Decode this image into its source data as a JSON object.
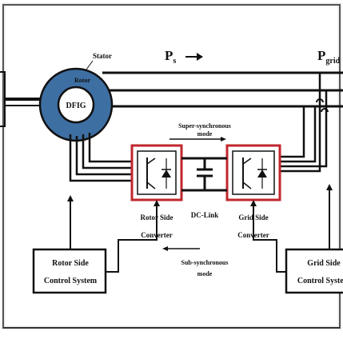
{
  "labels": {
    "stator": "Stator",
    "rotor": "Rotor",
    "generator": "DFIG",
    "power_stator_main": "P",
    "power_stator_sub": "s",
    "power_grid_main": "P",
    "power_grid_sub": "grid",
    "super_sync_line1": "Super-synchronous",
    "super_sync_line2": "mode",
    "sub_sync_line1": "Sub-synchronous",
    "sub_sync_line2": "mode",
    "dc_link": "DC-Link",
    "rsc_line1": "Rotor Side",
    "rsc_line2": "Converter",
    "gsc_line1": "Grid Side",
    "gsc_line2": "Converter",
    "rsc_ctrl_line1": "Rotor Side",
    "rsc_ctrl_line2": "Control System",
    "gsc_ctrl_line1": "Grid Side",
    "gsc_ctrl_line2": "Control System"
  },
  "colors": {
    "generator_ring": "#3d6fa3",
    "converter_border": "#c0262c",
    "line": "#111111"
  }
}
